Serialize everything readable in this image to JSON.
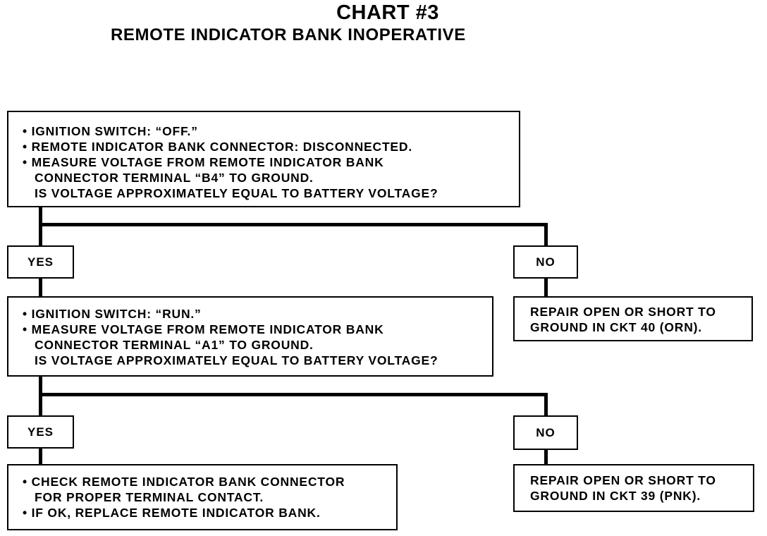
{
  "header": {
    "title": "CHART #3",
    "subtitle": "REMOTE INDICATOR BANK INOPERATIVE"
  },
  "step1": {
    "lines": [
      "• IGNITION SWITCH: “OFF.”",
      "• REMOTE INDICATOR BANK CONNECTOR: DISCONNECTED.",
      "• MEASURE VOLTAGE FROM REMOTE INDICATOR BANK",
      "   CONNECTOR TERMINAL “B4” TO GROUND.",
      "   IS VOLTAGE APPROXIMATELY EQUAL TO BATTERY VOLTAGE?"
    ]
  },
  "branch1": {
    "yes": "YES",
    "no": "NO"
  },
  "step1_no": {
    "lines": [
      "REPAIR OPEN OR SHORT TO",
      "GROUND IN CKT 40 (ORN)."
    ]
  },
  "step2": {
    "lines": [
      "• IGNITION SWITCH: “RUN.”",
      "• MEASURE VOLTAGE FROM REMOTE INDICATOR BANK",
      "   CONNECTOR TERMINAL “A1” TO GROUND.",
      "   IS VOLTAGE APPROXIMATELY EQUAL TO BATTERY VOLTAGE?"
    ]
  },
  "branch2": {
    "yes": "YES",
    "no": "NO"
  },
  "step2_yes": {
    "lines": [
      "• CHECK REMOTE INDICATOR BANK CONNECTOR",
      "   FOR PROPER TERMINAL CONTACT.",
      "• IF OK, REPLACE REMOTE INDICATOR BANK."
    ]
  },
  "step2_no": {
    "lines": [
      "REPAIR OPEN OR SHORT TO",
      "GROUND IN CKT 39 (PNK)."
    ]
  }
}
